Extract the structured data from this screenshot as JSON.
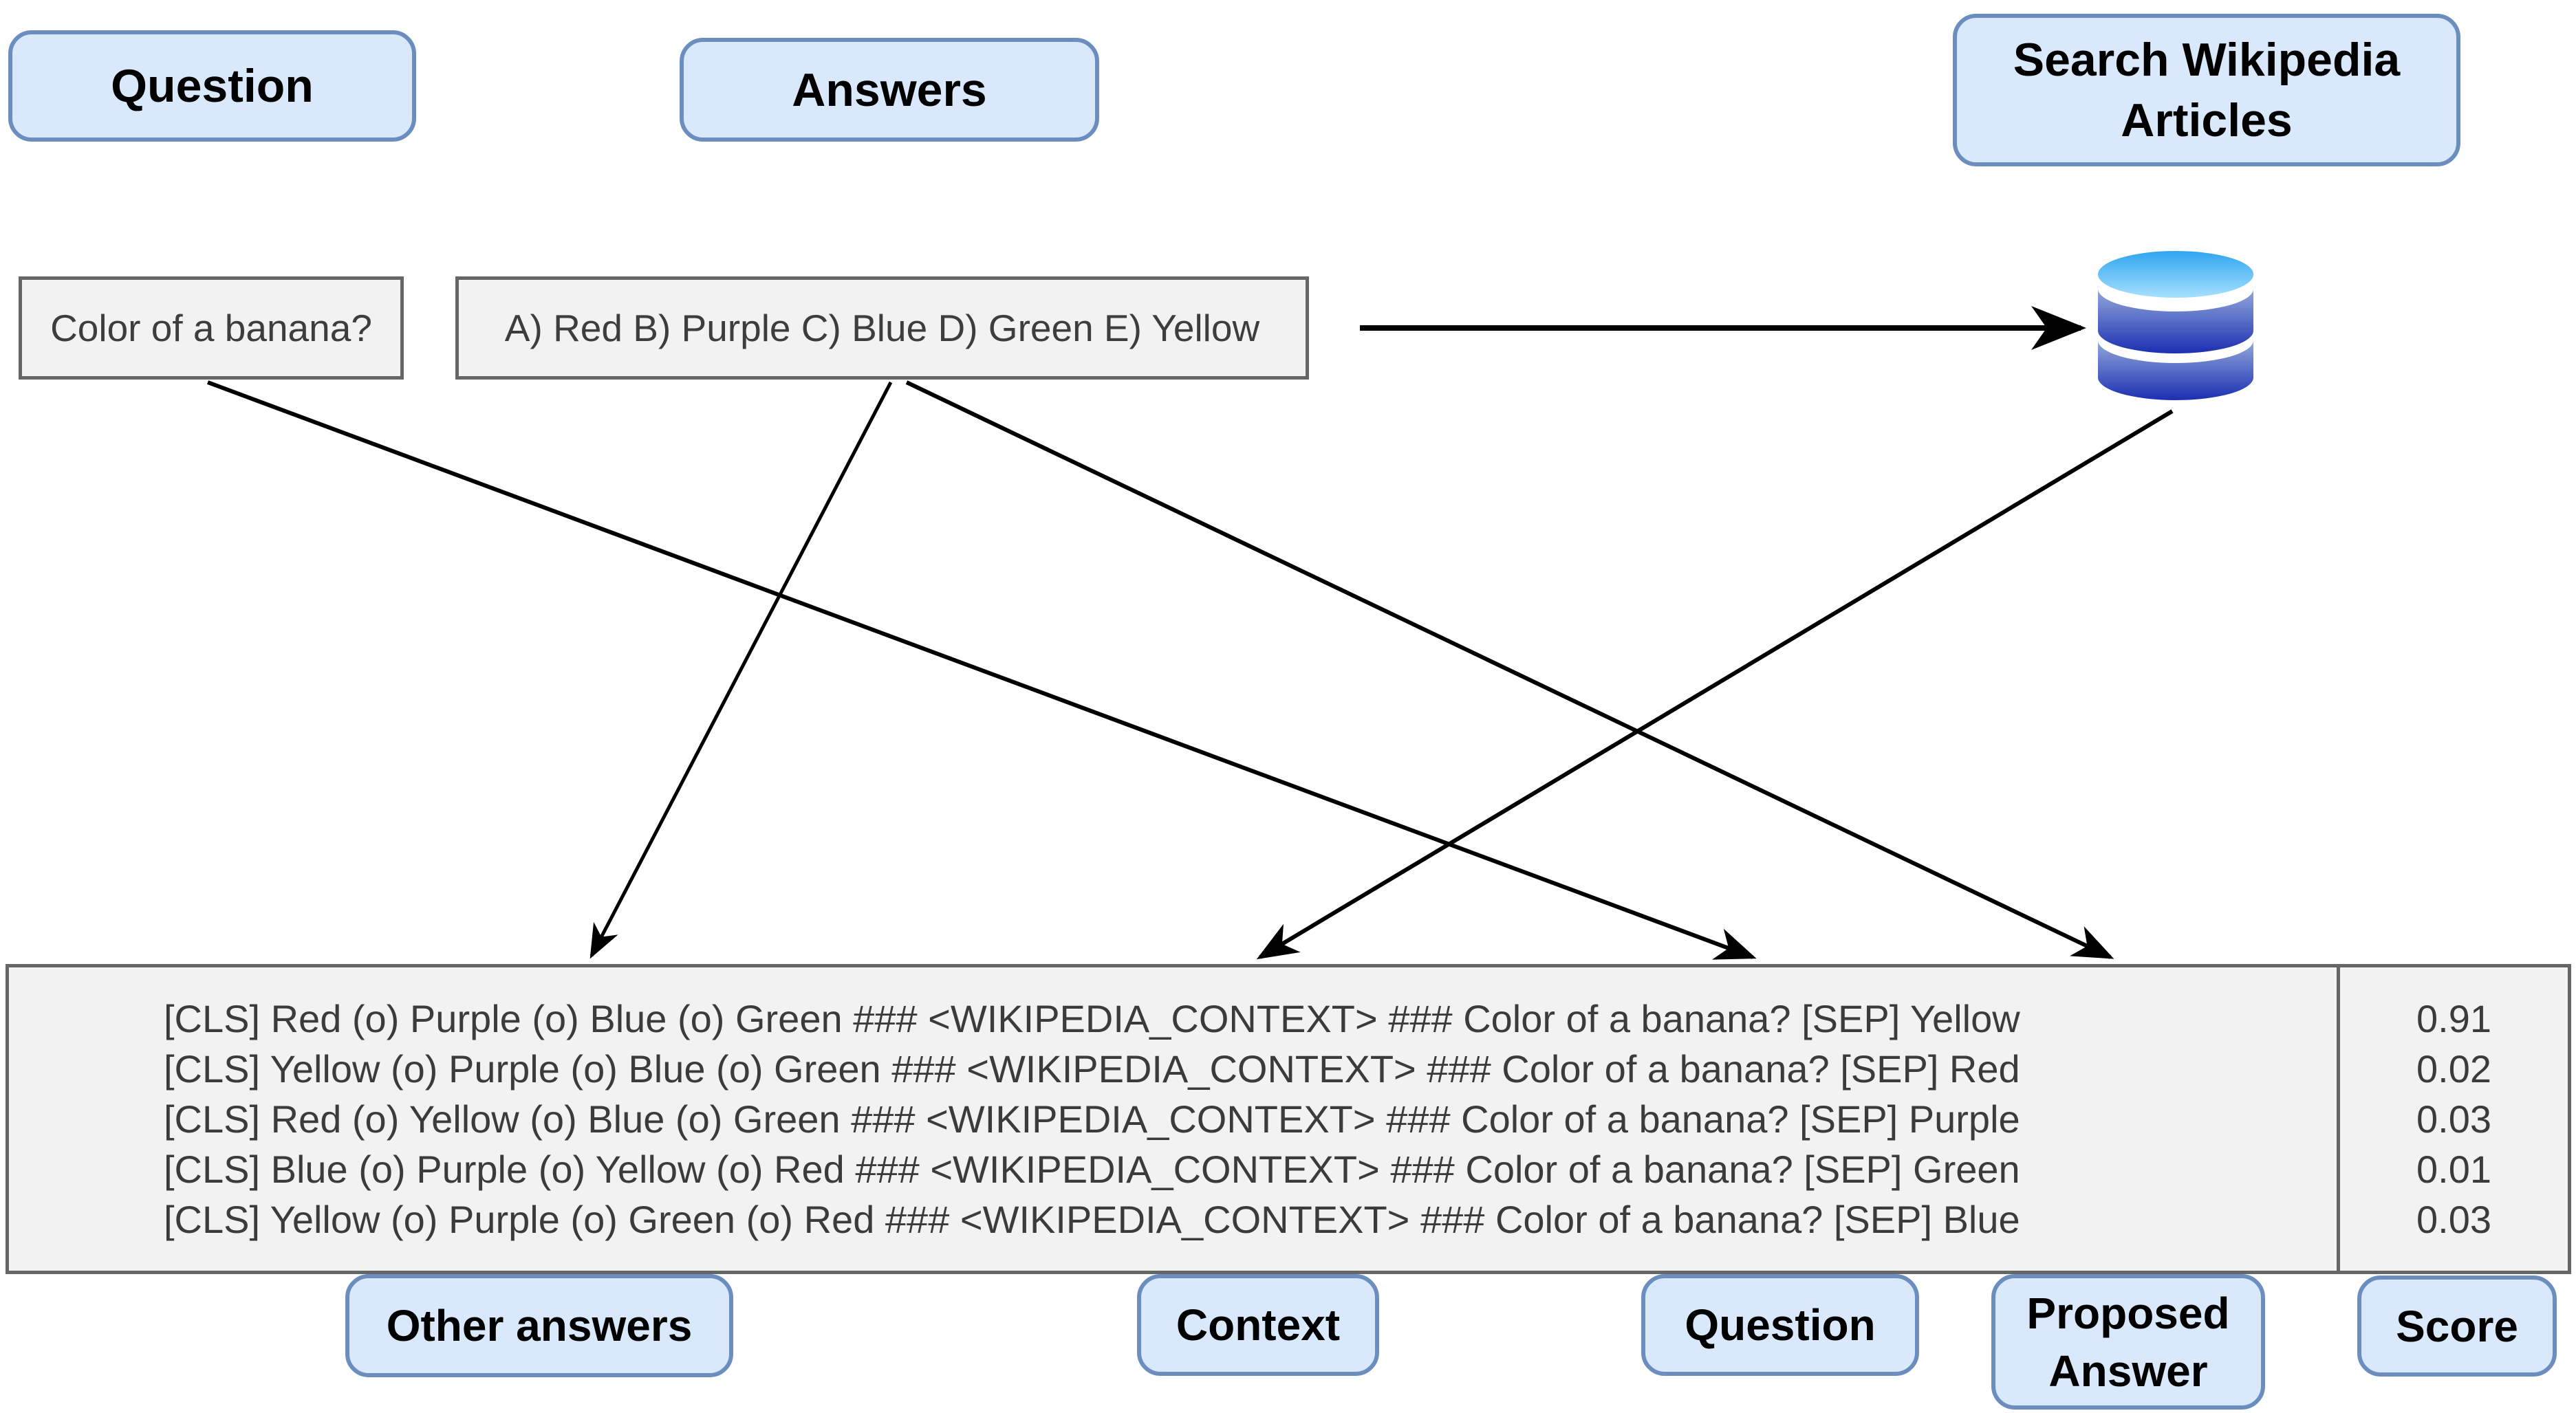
{
  "colors": {
    "label_box_fill": "#dae8fc",
    "label_box_border": "#6c8ebf",
    "input_box_fill": "#f2f2f2",
    "input_box_border": "#666666",
    "text_dark": "#3d3d3d",
    "arrow_color": "#000000",
    "db_top_blue": "#36a9f2",
    "db_body_blue_dark": "#1b2fb2"
  },
  "top_labels": {
    "question": "Question",
    "answers": "Answers",
    "search_wikipedia": "Search Wikipedia Articles"
  },
  "inputs": {
    "question_text": "Color of a banana?",
    "answers_text": "A) Red B) Purple C) Blue D) Green E) Yellow"
  },
  "icons": {
    "database": "wikipedia-articles-database-icon"
  },
  "sequence_table": {
    "rows": [
      {
        "text": "[CLS] Red (o) Purple (o) Blue (o) Green ### <WIKIPEDIA_CONTEXT> ### Color of a banana? [SEP] Yellow",
        "score": "0.91"
      },
      {
        "text": "[CLS] Yellow (o) Purple (o) Blue (o) Green ### <WIKIPEDIA_CONTEXT> ### Color of a banana? [SEP] Red",
        "score": "0.02"
      },
      {
        "text": "[CLS] Red (o) Yellow (o) Blue (o) Green ### <WIKIPEDIA_CONTEXT> ### Color of a banana? [SEP] Purple",
        "score": "0.03"
      },
      {
        "text": "[CLS] Blue (o) Purple (o) Yellow (o) Red ### <WIKIPEDIA_CONTEXT> ### Color of a banana? [SEP] Green",
        "score": "0.01"
      },
      {
        "text": "[CLS] Yellow (o) Purple (o) Green (o) Red ### <WIKIPEDIA_CONTEXT> ### Color of a banana? [SEP] Blue",
        "score": "0.03"
      }
    ]
  },
  "bottom_labels": {
    "other_answers": "Other answers",
    "context": "Context",
    "question": "Question",
    "proposed_answer": "Proposed Answer",
    "score": "Score"
  }
}
